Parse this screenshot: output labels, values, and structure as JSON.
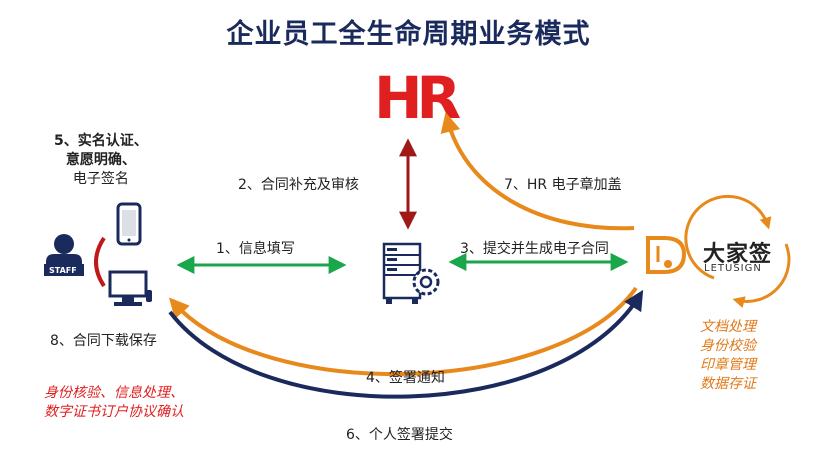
{
  "title": "企业员工全生命周期业务模式",
  "hr_logo": "HR",
  "staff_badge": "STAFF",
  "brand": {
    "name_cn": "大家签",
    "name_en": "LETUSIGN"
  },
  "steps": {
    "s1": "1、信息填写",
    "s2": "2、合同补充及审核",
    "s3": "3、提交并生成电子合同",
    "s4": "4、签署通知",
    "s5_line1": "5、实名认证、",
    "s5_line2": "意愿明确、",
    "s5_line3": "电子签名",
    "s6": "6、个人签署提交",
    "s7": "7、HR 电子章加盖",
    "s8": "8、合同下载保存"
  },
  "notes": {
    "red_line1": "身份核验、信息处理、",
    "red_line2": "数字证书订户协议确认",
    "orange_line1": "文档处理",
    "orange_line2": "身份校验",
    "orange_line3": "印章管理",
    "orange_line4": "数据存证"
  },
  "colors": {
    "title": "#1b2a5c",
    "navy": "#1b2a5c",
    "green": "#1aa64a",
    "dark_red": "#a01818",
    "orange": "#e8891c",
    "red": "#e02020"
  },
  "icons": [
    "staff-person-icon",
    "mobile-phone-icon",
    "desktop-computer-icon",
    "server-gear-icon",
    "letusign-logo-icon",
    "hr-logo-icon"
  ]
}
